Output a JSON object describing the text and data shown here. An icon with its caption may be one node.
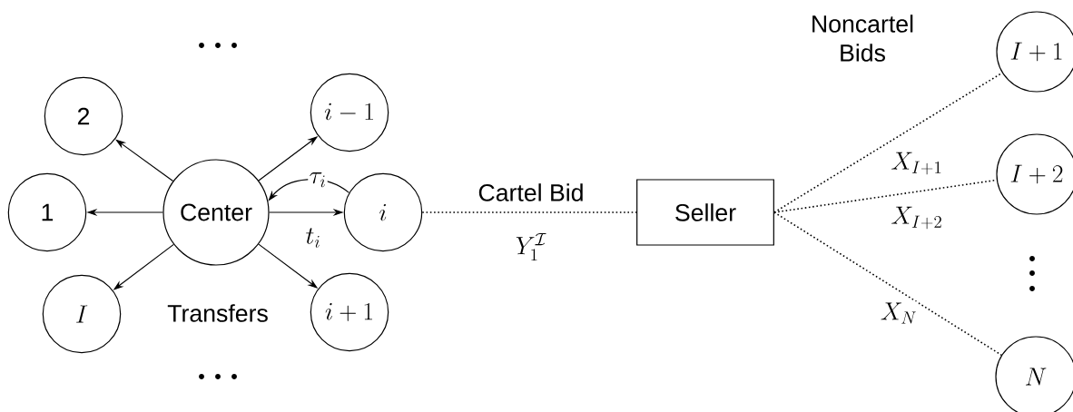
{
  "diagram": {
    "nodes": [
      {
        "text": [
          "Center"
        ]
      },
      {
        "text": [
          "2"
        ]
      },
      {
        "text": [
          "1"
        ]
      },
      {
        "text": [
          "I"
        ]
      },
      {
        "text": [
          "i-1"
        ]
      },
      {
        "text": [
          "i"
        ]
      },
      {
        "text": [
          "i+1"
        ]
      },
      {
        "text": [
          "Seller"
        ]
      },
      {
        "text": [
          "I+1"
        ]
      },
      {
        "text": [
          "I+2"
        ]
      },
      {
        "text": [
          "N"
        ]
      }
    ],
    "edges": [
      {
        "from": 0,
        "to": 1,
        "arrow": "to"
      },
      {
        "from": 0,
        "to": 2,
        "arrow": "to"
      },
      {
        "from": 0,
        "to": 3,
        "arrow": "to"
      },
      {
        "from": 0,
        "to": 4,
        "arrow": "to"
      },
      {
        "from": 5,
        "to": 0,
        "arrow": "to",
        "label": "\\tau_i"
      },
      {
        "from": 0,
        "to": 5,
        "arrow": "to",
        "label": "t_i"
      },
      {
        "from": 0,
        "to": 6,
        "arrow": "to"
      },
      {
        "from": 5,
        "to": 7,
        "arrow": "none",
        "style": "dashed",
        "label": "Cartel Bid"
      },
      {
        "from": 7,
        "to": 8,
        "arrow": "none",
        "style": "dashed",
        "label": "X_{I+1}"
      },
      {
        "from": 7,
        "to": 9,
        "arrow": "none",
        "style": "dashed",
        "label": "X_{I+2}"
      },
      {
        "from": 7,
        "to": 10,
        "arrow": "none",
        "style": "dashed",
        "label": "X_N"
      }
    ],
    "labels": [
      "Y_1^{\\mathcal{I}}",
      "Transfers",
      "Noncartel Bids"
    ]
  }
}
